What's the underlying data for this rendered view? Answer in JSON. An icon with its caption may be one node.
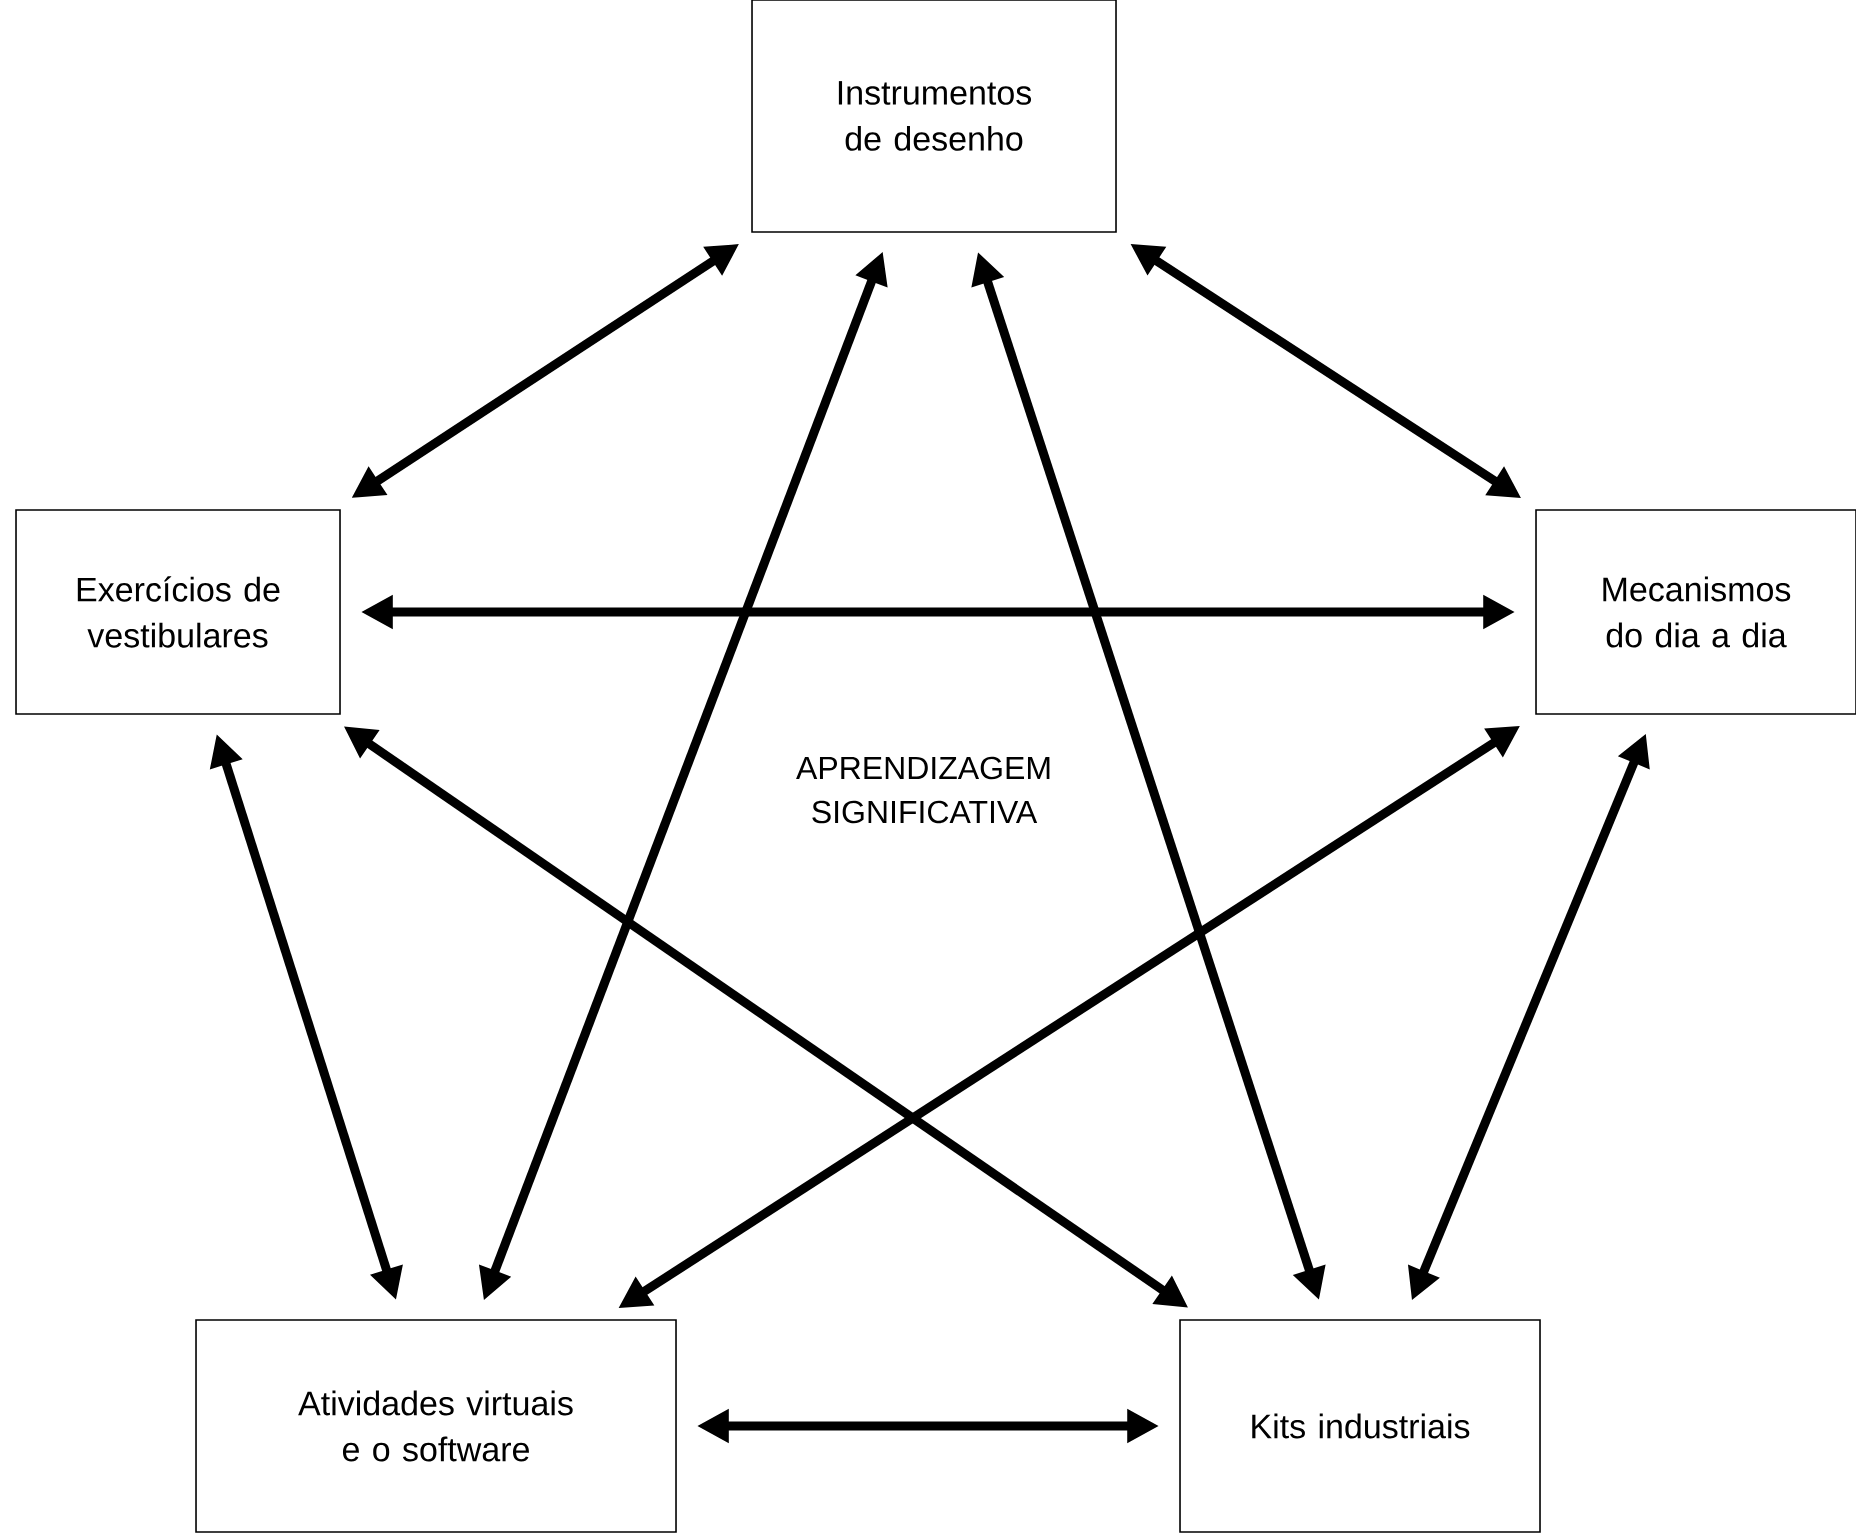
{
  "diagram": {
    "nodes": [
      {
        "text": [
          "Instrumentos de desenho"
        ]
      },
      {
        "text": [
          "Exercícios de vestibulares"
        ]
      },
      {
        "text": [
          "Mecanismos do dia a dia"
        ]
      },
      {
        "text": [
          "Atividades virtuais e o software"
        ]
      },
      {
        "text": [
          "Kits industriais"
        ]
      }
    ],
    "edges": [
      {
        "from": 0,
        "to": 1,
        "arrow": "both"
      },
      {
        "from": 0,
        "to": 2,
        "arrow": "both"
      },
      {
        "from": 1,
        "to": 2,
        "arrow": "both"
      },
      {
        "from": 0,
        "to": 3,
        "arrow": "both"
      },
      {
        "from": 0,
        "to": 4,
        "arrow": "both"
      },
      {
        "from": 1,
        "to": 3,
        "arrow": "both"
      },
      {
        "from": 1,
        "to": 4,
        "arrow": "both"
      },
      {
        "from": 2,
        "to": 3,
        "arrow": "both"
      },
      {
        "from": 2,
        "to": 4,
        "arrow": "both"
      },
      {
        "from": 3,
        "to": 4,
        "arrow": "both"
      }
    ],
    "labels": [
      "APRENDIZAGEM SIGNIFICATIVA"
    ]
  }
}
